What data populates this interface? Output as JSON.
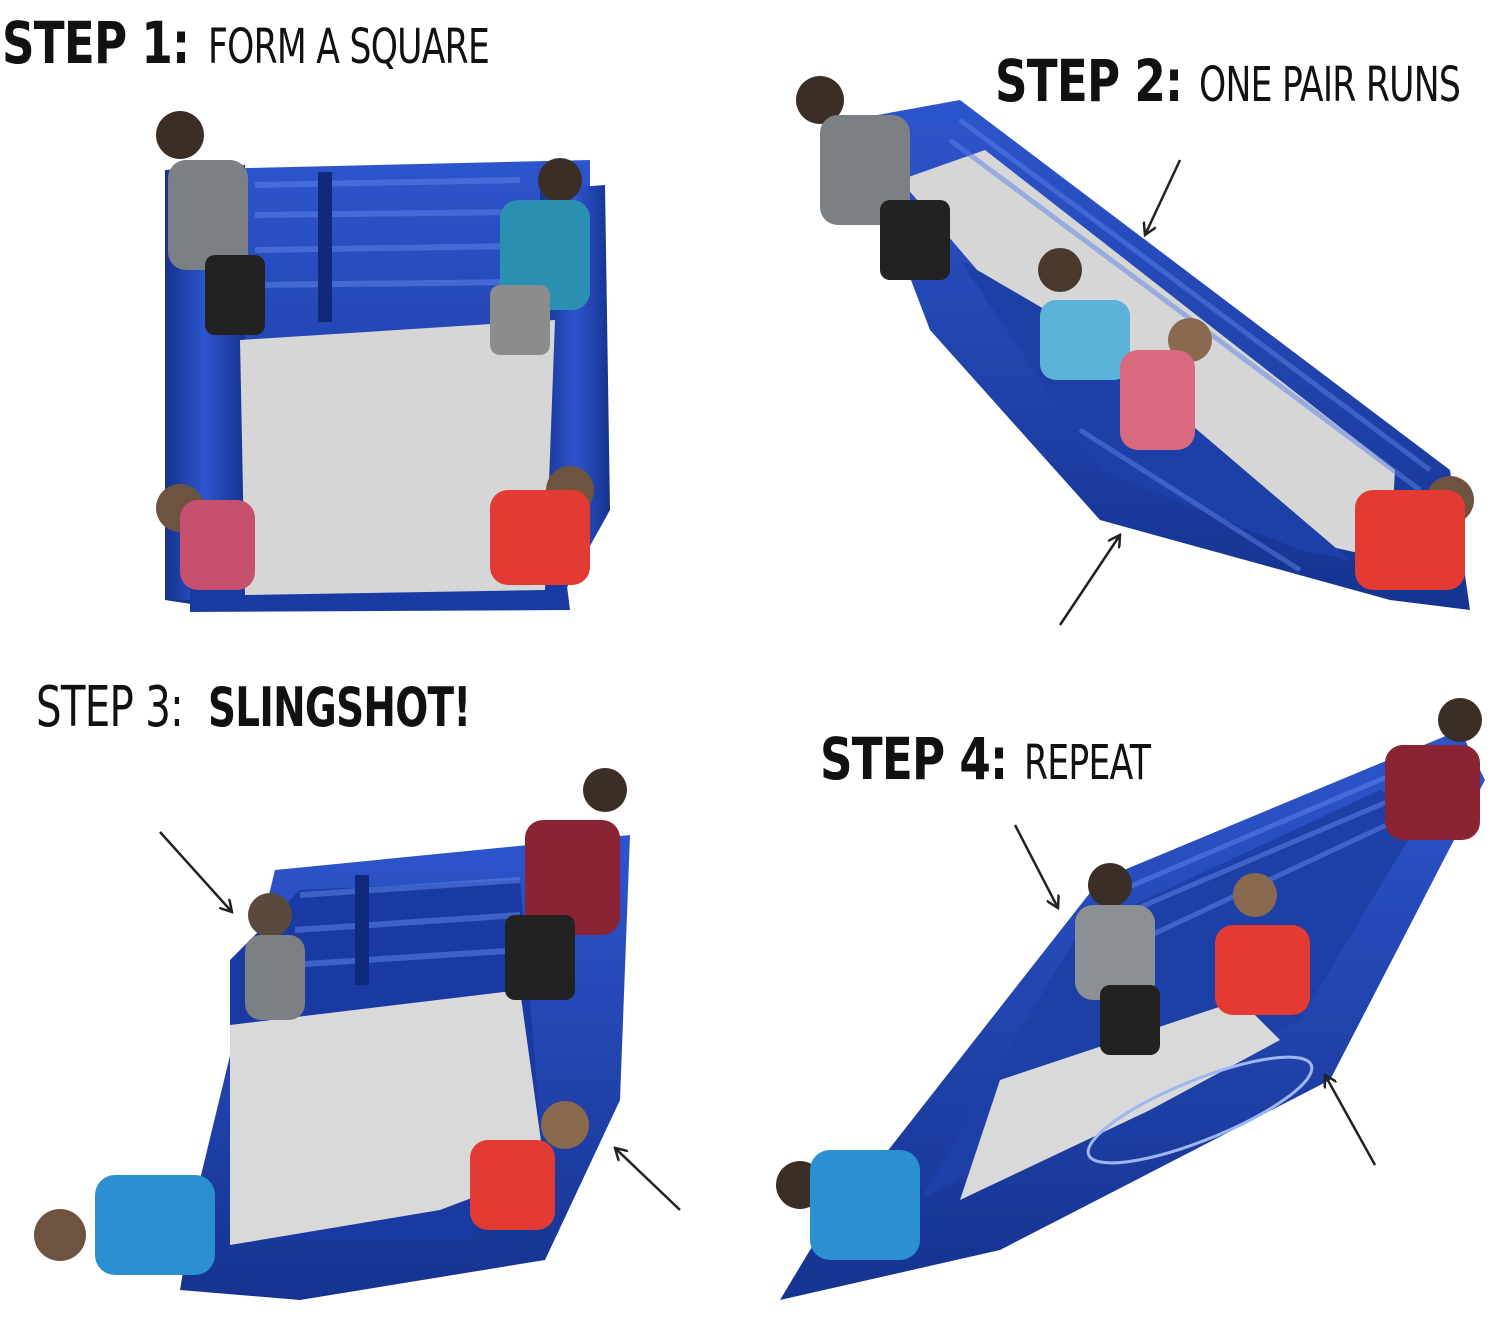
{
  "steps": [
    {
      "number": "STEP 1:",
      "title": "FORM A SQUARE"
    },
    {
      "number": "STEP 2:",
      "title": "ONE PAIR RUNS"
    },
    {
      "number": "STEP 3:",
      "title": "SLINGSHOT!"
    },
    {
      "number": "STEP 4:",
      "title": "REPEAT"
    }
  ],
  "colors": {
    "fabric": "#1f44b8",
    "fabric_dark": "#14308a",
    "fabric_light": "#3a63d6",
    "floor": "#d6d6d6",
    "text": "#111111"
  },
  "icons": [
    "person-figure",
    "arrow-icon"
  ]
}
